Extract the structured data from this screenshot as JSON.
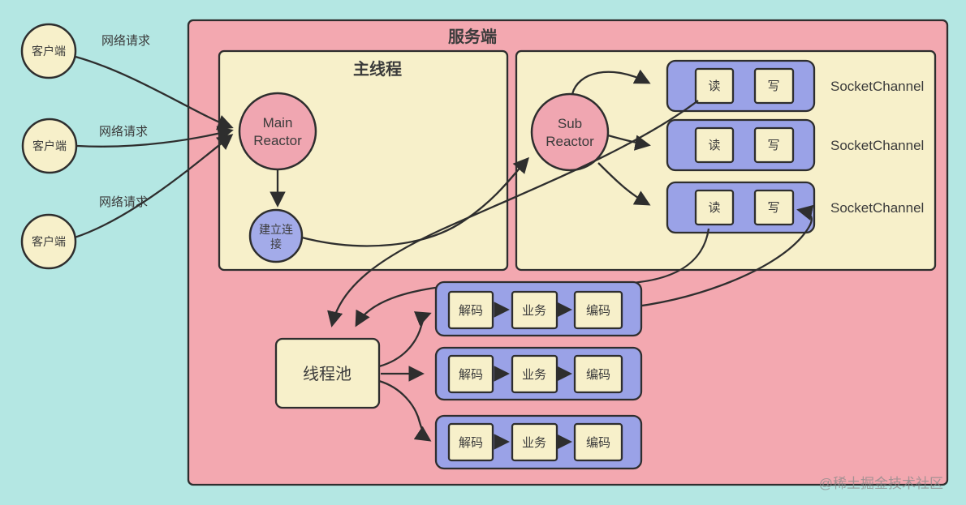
{
  "colors": {
    "background": "#b4e7e3",
    "server_fill": "#f3a8b0",
    "panel_fill": "#f7f0ca",
    "channel_fill": "#9aa2e7",
    "reactor_fill": "#f0a6b1",
    "connect_fill": "#a3abe9",
    "stroke": "#2e2e2e",
    "text": "#3b3b3b",
    "watermark": "#8a8a8a"
  },
  "clients": [
    {
      "label": "客户端",
      "request_label": "网络请求"
    },
    {
      "label": "客户端",
      "request_label": "网络请求"
    },
    {
      "label": "客户端",
      "request_label": "网络请求"
    }
  ],
  "server": {
    "title": "服务端"
  },
  "main_thread": {
    "title": "主线程",
    "main_reactor_line1": "Main",
    "main_reactor_line2": "Reactor",
    "connect_line1": "建立连",
    "connect_line2": "接"
  },
  "sub_thread": {
    "sub_reactor_line1": "Sub",
    "sub_reactor_line2": "Reactor",
    "channels": [
      {
        "read": "读",
        "write": "写",
        "label": "SocketChannel"
      },
      {
        "read": "读",
        "write": "写",
        "label": "SocketChannel"
      },
      {
        "read": "读",
        "write": "写",
        "label": "SocketChannel"
      }
    ]
  },
  "thread_pool": {
    "label": "线程池"
  },
  "pipelines": [
    {
      "decode": "解码",
      "business": "业务",
      "encode": "编码"
    },
    {
      "decode": "解码",
      "business": "业务",
      "encode": "编码"
    },
    {
      "decode": "解码",
      "business": "业务",
      "encode": "编码"
    }
  ],
  "watermark": "@稀土掘金技术社区"
}
